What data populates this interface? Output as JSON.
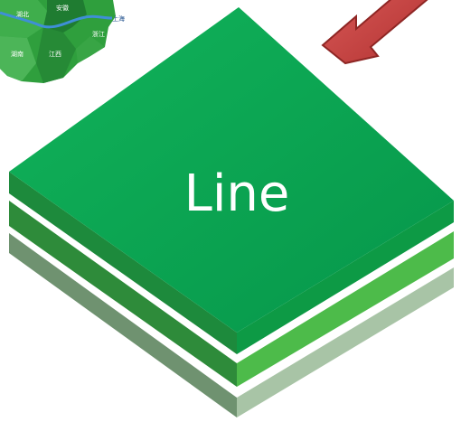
{
  "main_label": "Line",
  "map": {
    "labels": [
      "湖北",
      "安徽",
      "上海",
      "浙江",
      "湖南",
      "江西"
    ]
  },
  "colors": {
    "top_face": "#0aa64c",
    "top_side_left": "#1c8d3c",
    "top_side_right": "#0e8d3f",
    "middle_layer": "#4dbb4a",
    "bottom_layer": "#8fae8f",
    "arrow": "#c4403f",
    "map_green": "#2a9b3e",
    "map_river": "#3f8fd6"
  },
  "icons": [
    "double-arrow-icon",
    "region-map-icon"
  ]
}
